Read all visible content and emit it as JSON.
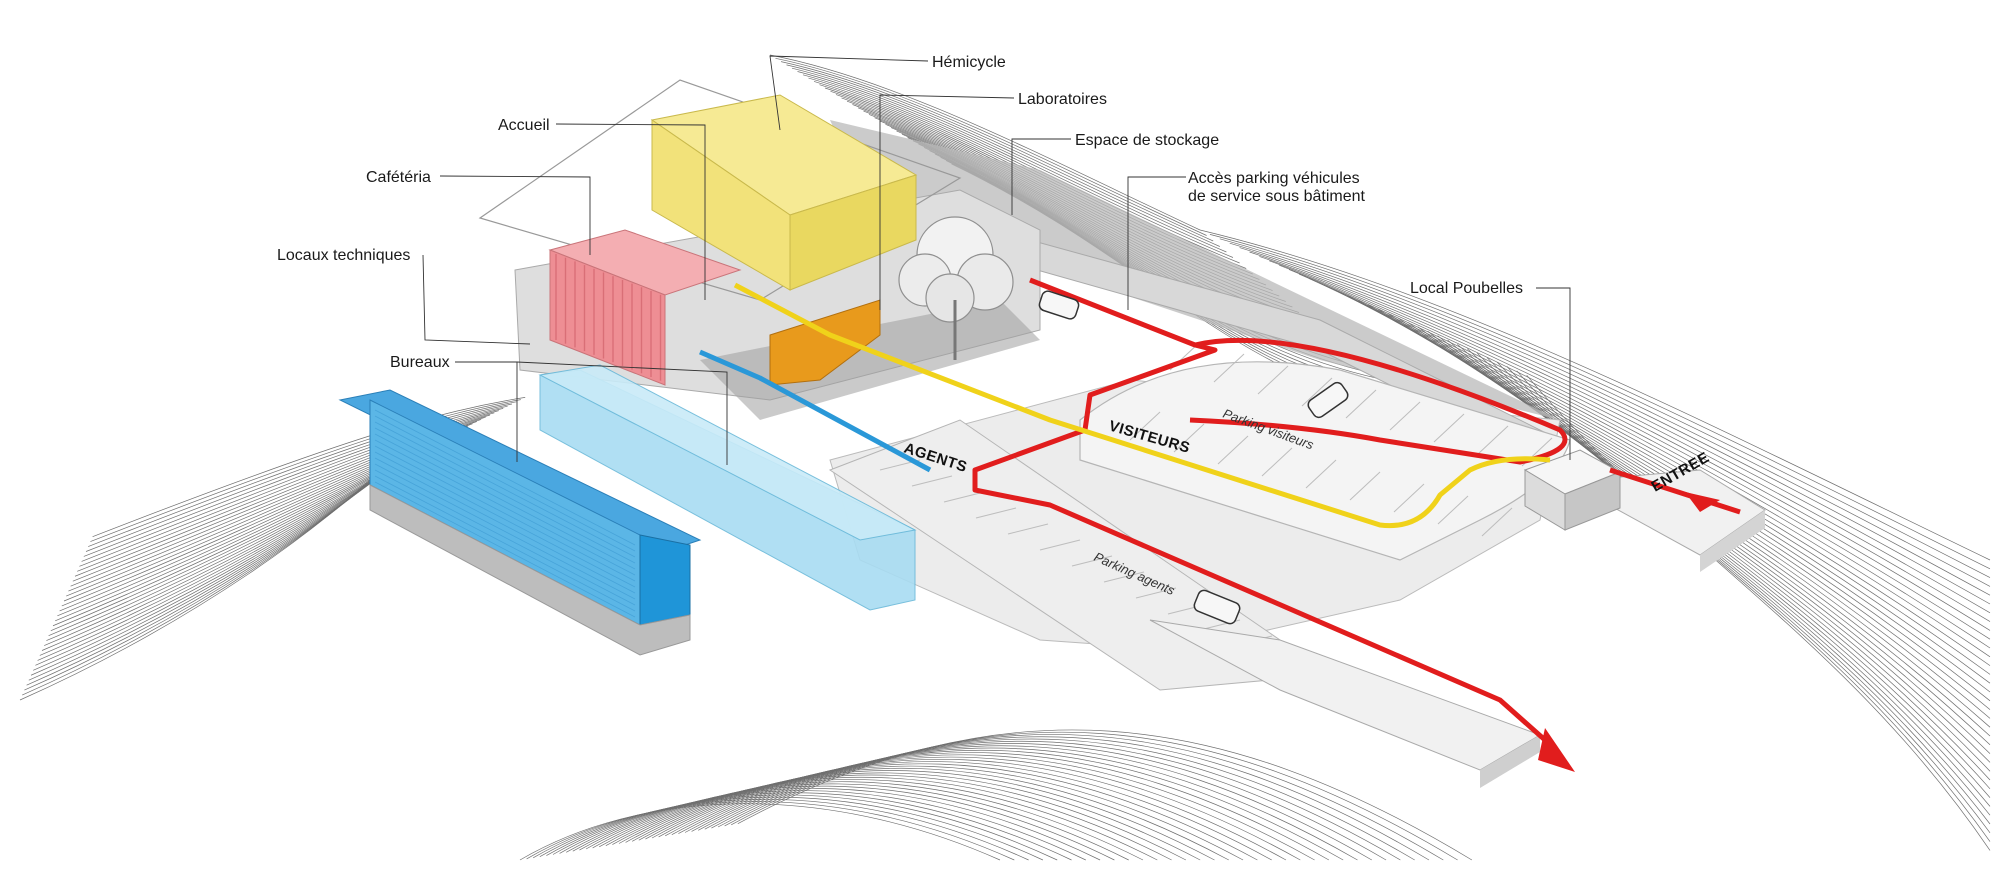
{
  "labels": {
    "hemicycle": "Hémicycle",
    "laboratoires": "Laboratoires",
    "accueil": "Accueil",
    "espace_stockage": "Espace de stockage",
    "cafeteria": "Cafétéria",
    "acces_parking_1": "Accès parking véhicules",
    "acces_parking_2": "de service sous bâtiment",
    "locaux_techniques": "Locaux techniques",
    "local_poubelles": "Local Poubelles",
    "bureaux": "Bureaux"
  },
  "route_tags": {
    "visiteurs": "VISITEURS",
    "agents": "AGENTS",
    "entree": "ENTREE",
    "parking_visiteurs": "Parking visiteurs",
    "parking_agents": "Parking agents"
  },
  "colors": {
    "hemicycle": "#f2e27a",
    "cafeteria": "#ee8e94",
    "laboratoires": "#e89a1c",
    "bureaux": "#5bb6e6",
    "bureaux_light": "#a8dcf2",
    "route_service": "#e11d1d",
    "route_visiteurs": "#f0d21a",
    "route_agents": "#2a98d8",
    "ground": "#e2e2e2"
  }
}
